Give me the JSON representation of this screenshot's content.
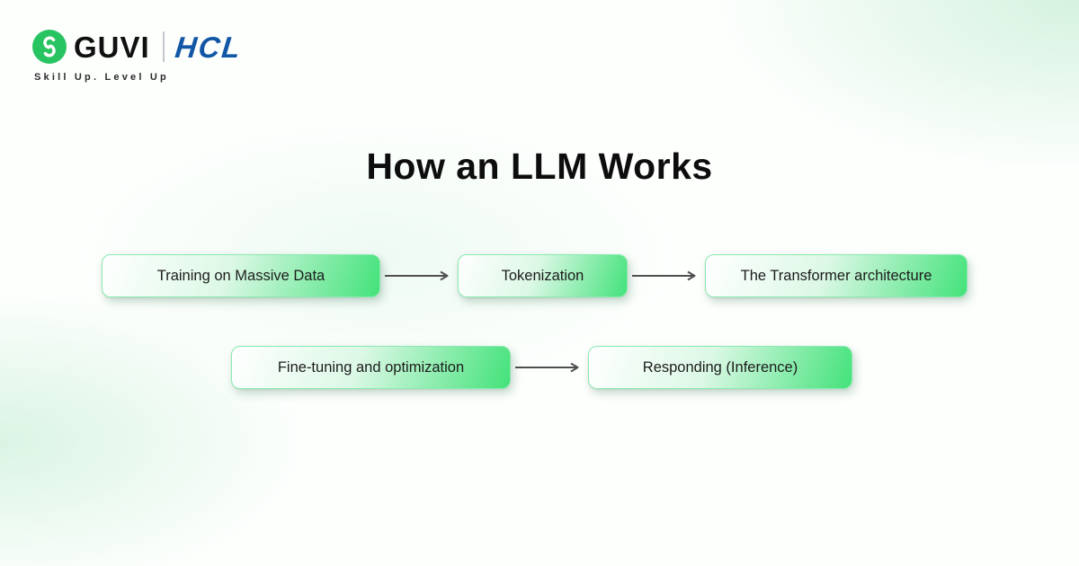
{
  "brand": {
    "guvi": "GUVI",
    "hcl": "HCL",
    "tagline": "Skill Up. Level Up",
    "guvi_green": "#29c462",
    "hcl_blue": "#1257a6"
  },
  "title": "How an LLM Works",
  "flow": {
    "rows": [
      {
        "boxes": [
          "Training on Massive Data",
          "Tokenization",
          "The Transformer architecture"
        ]
      },
      {
        "boxes": [
          "Fine-tuning and optimization",
          "Responding (Inference)"
        ]
      }
    ]
  },
  "colors": {
    "box_gradient_start": "#ffffff",
    "box_gradient_end": "#43e27a",
    "box_border": "#8aeab0",
    "arrow": "#4f4f4f",
    "background_tint": "#d7f3e1"
  }
}
